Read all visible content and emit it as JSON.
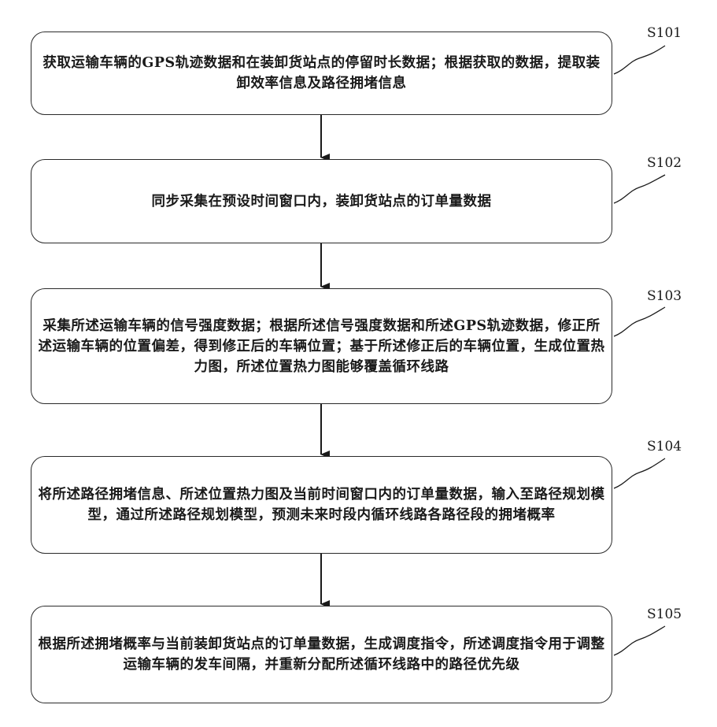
{
  "steps": [
    {
      "id": "S101",
      "text": "获取运输车辆的GPS轨迹数据和在装卸货站点的停留时长数据；根据获取的数据，提取装卸效率信息及路径拥堵信息"
    },
    {
      "id": "S102",
      "text": "同步采集在预设时间窗口内，装卸货站点的订单量数据"
    },
    {
      "id": "S103",
      "text": "采集所述运输车辆的信号强度数据；根据所述信号强度数据和所述GPS轨迹数据，修正所述运输车辆的位置偏差，得到修正后的车辆位置；基于所述修正后的车辆位置，生成位置热力图，所述位置热力图能够覆盖循环线路"
    },
    {
      "id": "S104",
      "text": "将所述路径拥堵信息、所述位置热力图及当前时间窗口内的订单量数据，输入至路径规划模型，通过所述路径规划模型，预测未来时段内循环线路各路径段的拥堵概率"
    },
    {
      "id": "S105",
      "text": "根据所述拥堵概率与当前装卸货站点的订单量数据，生成调度指令，所述调度指令用于调整运输车辆的发车间隔，并重新分配所述循环线路中的路径优先级"
    }
  ]
}
